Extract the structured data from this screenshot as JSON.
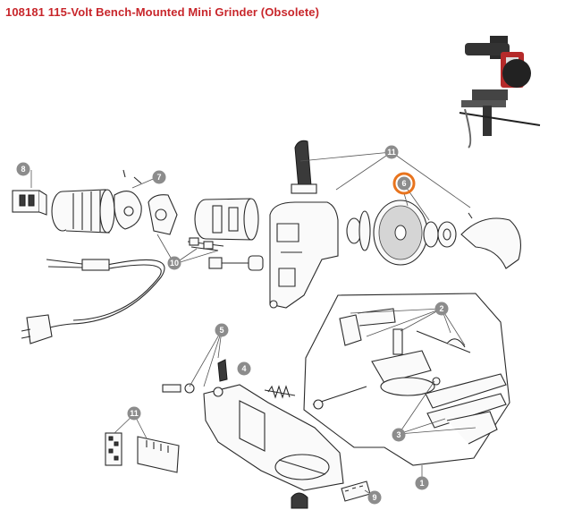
{
  "title": "108181 115-Volt Bench-Mounted Mini Grinder (Obsolete)",
  "colors": {
    "title": "#c8262b",
    "callout": "#8c8c8c",
    "highlight_ring": "#e8741e",
    "line": "#2a2a2a"
  },
  "callouts": [
    {
      "id": "c11a",
      "label": "11"
    },
    {
      "id": "c6",
      "label": "6",
      "highlighted": true
    },
    {
      "id": "c8",
      "label": "8"
    },
    {
      "id": "c7",
      "label": "7"
    },
    {
      "id": "c10",
      "label": "10"
    },
    {
      "id": "c2",
      "label": "2"
    },
    {
      "id": "c5",
      "label": "5"
    },
    {
      "id": "c4",
      "label": "4"
    },
    {
      "id": "c3",
      "label": "3"
    },
    {
      "id": "c11b",
      "label": "11"
    },
    {
      "id": "c9",
      "label": "9"
    },
    {
      "id": "c1",
      "label": "1"
    }
  ],
  "inset_photo": {
    "icon": "grinder-photo-icon"
  }
}
